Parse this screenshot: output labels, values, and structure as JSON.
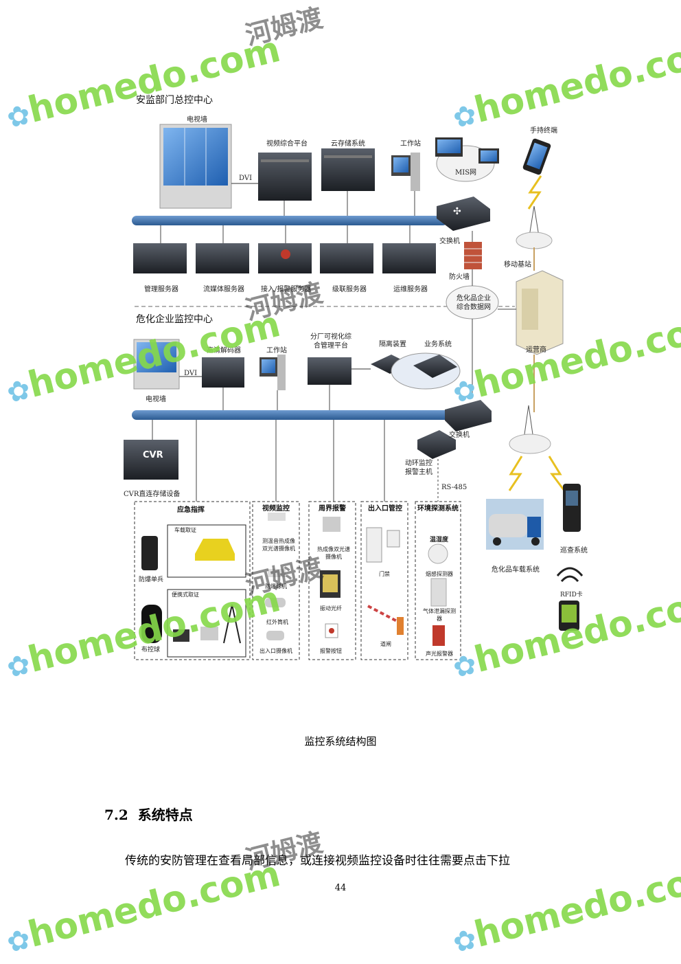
{
  "figure": {
    "top_center": "安监部门总控中心",
    "tv_wall_top": "电视墙",
    "dvi_top": "DVI",
    "video_platform": "视频综合平台",
    "cloud_storage": "云存储系统",
    "workstation_top": "工作站",
    "handheld": "手持终端",
    "mis": "MIS网",
    "switch_top": "交换机",
    "mobile_base": "移动基站",
    "firewall": "防火墙",
    "servers": [
      "管理服务器",
      "流媒体服务器",
      "接入/报警服务器",
      "级联服务器",
      "运维服务器"
    ],
    "hazard_data_net": "危化品企业综合数据网",
    "operator": "运营商",
    "enterprise_center": "危化企业监控中心",
    "hd_decoder": "高清解码器",
    "workstation_mid": "工作站",
    "branch_platform": "分厂可视化综合管理平台",
    "isolation": "隔离装置",
    "business": "业务系统",
    "dvi_mid": "DVI",
    "tv_wall_mid": "电视墙",
    "switch_mid": "交换机",
    "cvr": "CVR",
    "cvr_label": "CVR直连存储设备",
    "env_host": "动环监控报警主机",
    "rs485": "RS-485",
    "boxes": {
      "emergency": "应急指挥",
      "video": "视频监控",
      "perimeter": "周界报警",
      "entrance": "出入口管控",
      "environment": "环境探测系统"
    },
    "vehicle_mounted": "车载取证",
    "portable": "便携式取证",
    "explosion_soldier": "防爆单兵",
    "ball": "布控球",
    "video_items": [
      "测温音热成像双光谱摄像机",
      "防爆球机",
      "红外筒机",
      "出入口摄像机"
    ],
    "perimeter_items": [
      "热成像双光谱摄像机",
      "振动光纤",
      "报警按钮"
    ],
    "entrance_items": [
      "门禁",
      "道闸"
    ],
    "env_items": [
      "温湿度",
      "烟感探测器",
      "气体泄漏探测器",
      "声光报警器"
    ],
    "truck_label": "危化品车载系统",
    "patrol": "巡查系统",
    "rfid": "RFID卡"
  },
  "caption": "监控系统结构图",
  "section": {
    "number": "7.2",
    "title": "系统特点"
  },
  "paragraph": "传统的安防管理在查看局部信息，或连接视频监控设备时往往需要点击下拉",
  "page_number": "44",
  "watermark": {
    "latin": "homedo.com",
    "chinese": "河姆渡"
  },
  "colors": {
    "bus": "#3d6fa8",
    "watermark_green": "#86d94a",
    "server_dark": "#2b2f36"
  }
}
